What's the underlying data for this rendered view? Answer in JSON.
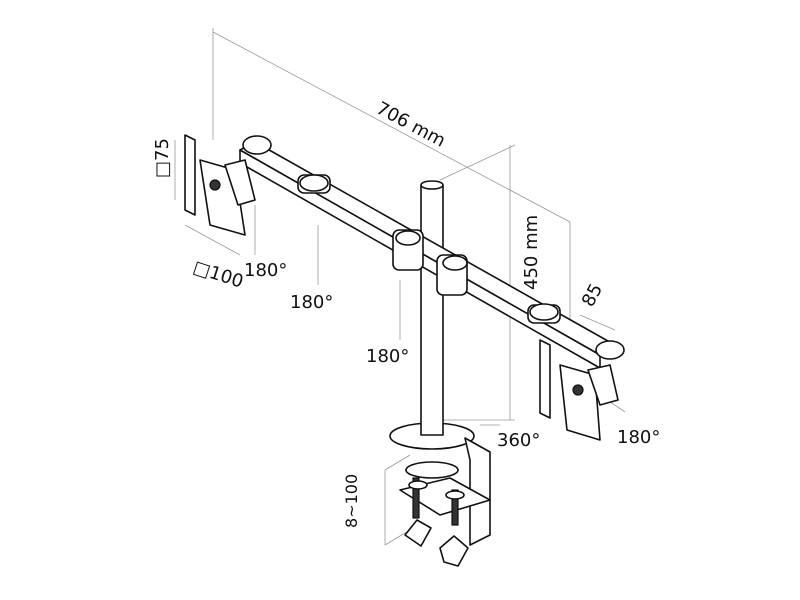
{
  "diagram": {
    "title": "Dual monitor desk mount dimensions",
    "labels": {
      "width": "706 mm",
      "height": "450 mm",
      "vesa_small": "□75",
      "vesa_large": "□100",
      "arm_offset": "85",
      "desk_thickness": "8~100",
      "rotation_left_plate": "180°",
      "rotation_left_arm": "180°",
      "rotation_center": "180°",
      "rotation_right_plate": "180°",
      "rotation_base": "360°"
    }
  }
}
